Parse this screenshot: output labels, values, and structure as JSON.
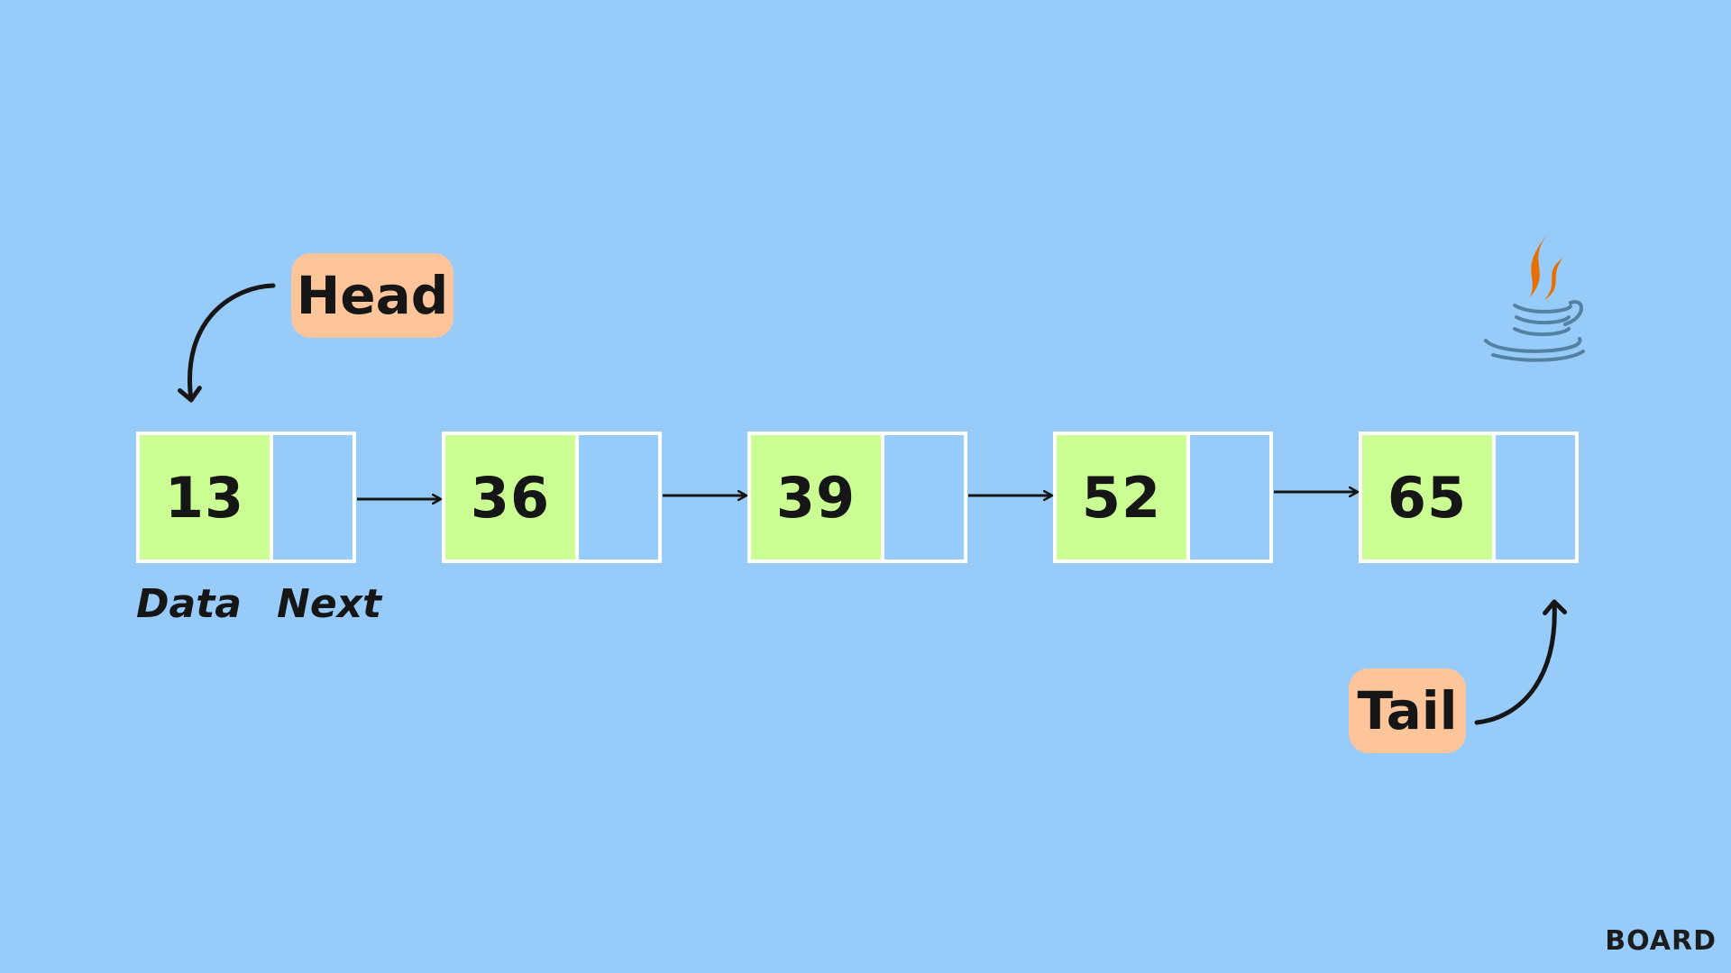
{
  "nodes": [
    {
      "value": "13"
    },
    {
      "value": "36"
    },
    {
      "value": "39"
    },
    {
      "value": "52"
    },
    {
      "value": "65"
    }
  ],
  "pointers": {
    "head": "Head",
    "tail": "Tail"
  },
  "field_labels": {
    "data": "Data",
    "next": "Next"
  },
  "logo": {
    "text": "BOARD",
    "icon": "java-logo-icon"
  },
  "colors": {
    "background": "#97cbfa",
    "data_cell": "#cbff93",
    "pointer_tag": "#fec59a",
    "border": "#ffffff"
  }
}
